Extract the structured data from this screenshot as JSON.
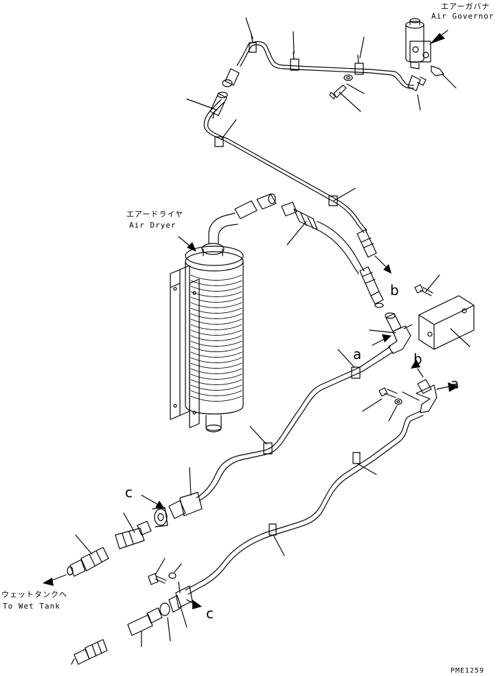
{
  "labels": {
    "air_governor_jp": "エアーガバナ",
    "air_governor_en": "Air Governor",
    "air_dryer_jp": "エアードライヤ",
    "air_dryer_en": "Air Dryer",
    "wet_tank_jp": "ウェットタンクへ",
    "wet_tank_en": "To Wet Tank",
    "ref_a": "a",
    "ref_b": "b",
    "ref_c": "c",
    "drawing_code": "PME1259"
  }
}
